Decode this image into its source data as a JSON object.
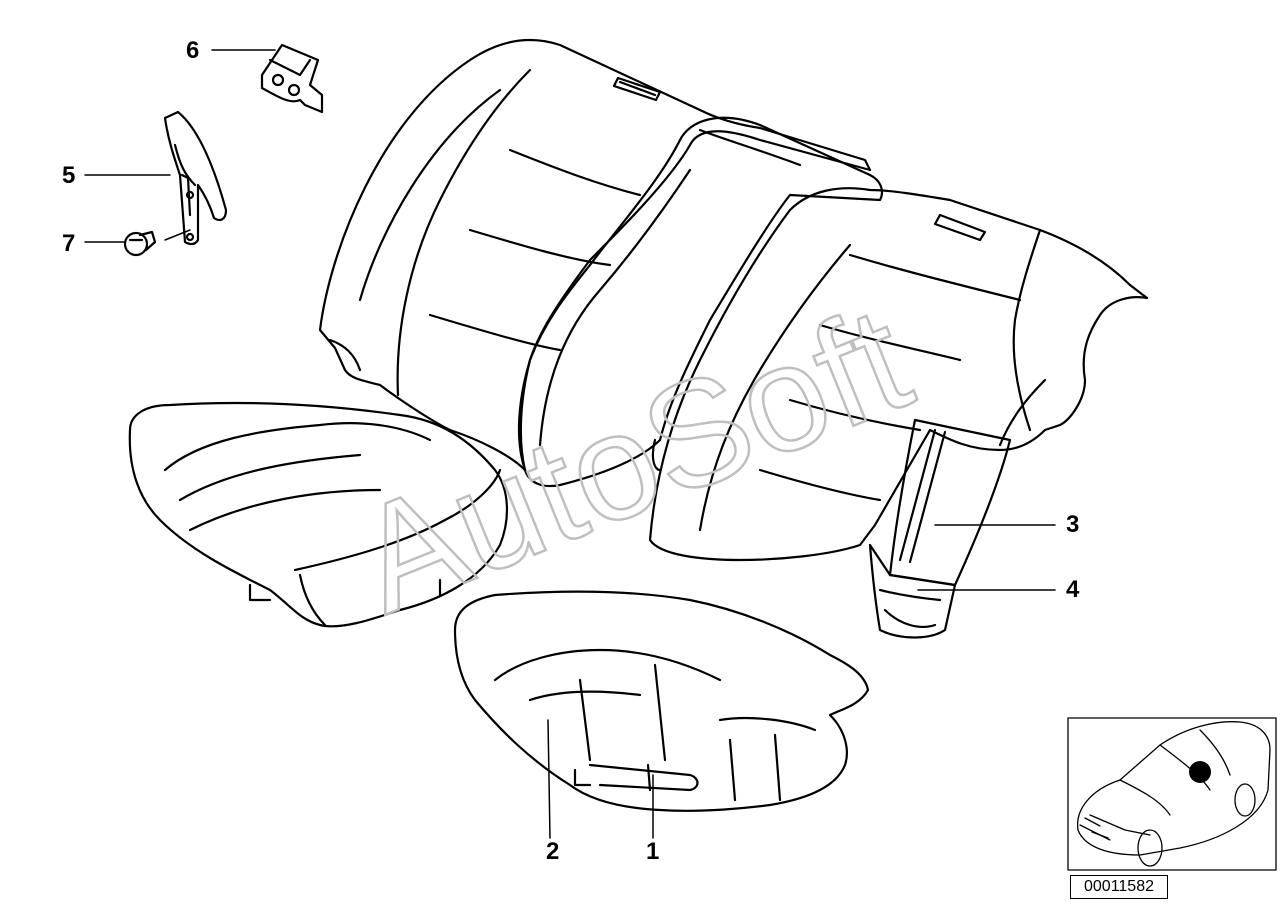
{
  "callouts": [
    {
      "id": "1",
      "label": "1"
    },
    {
      "id": "2",
      "label": "2"
    },
    {
      "id": "3",
      "label": "3"
    },
    {
      "id": "4",
      "label": "4"
    },
    {
      "id": "5",
      "label": "5"
    },
    {
      "id": "6",
      "label": "6"
    },
    {
      "id": "7",
      "label": "7"
    }
  ],
  "watermark": "AutoSoft",
  "part_number": "00011582",
  "colors": {
    "line": "#000000",
    "background": "#ffffff",
    "watermark": "#cccccc"
  }
}
